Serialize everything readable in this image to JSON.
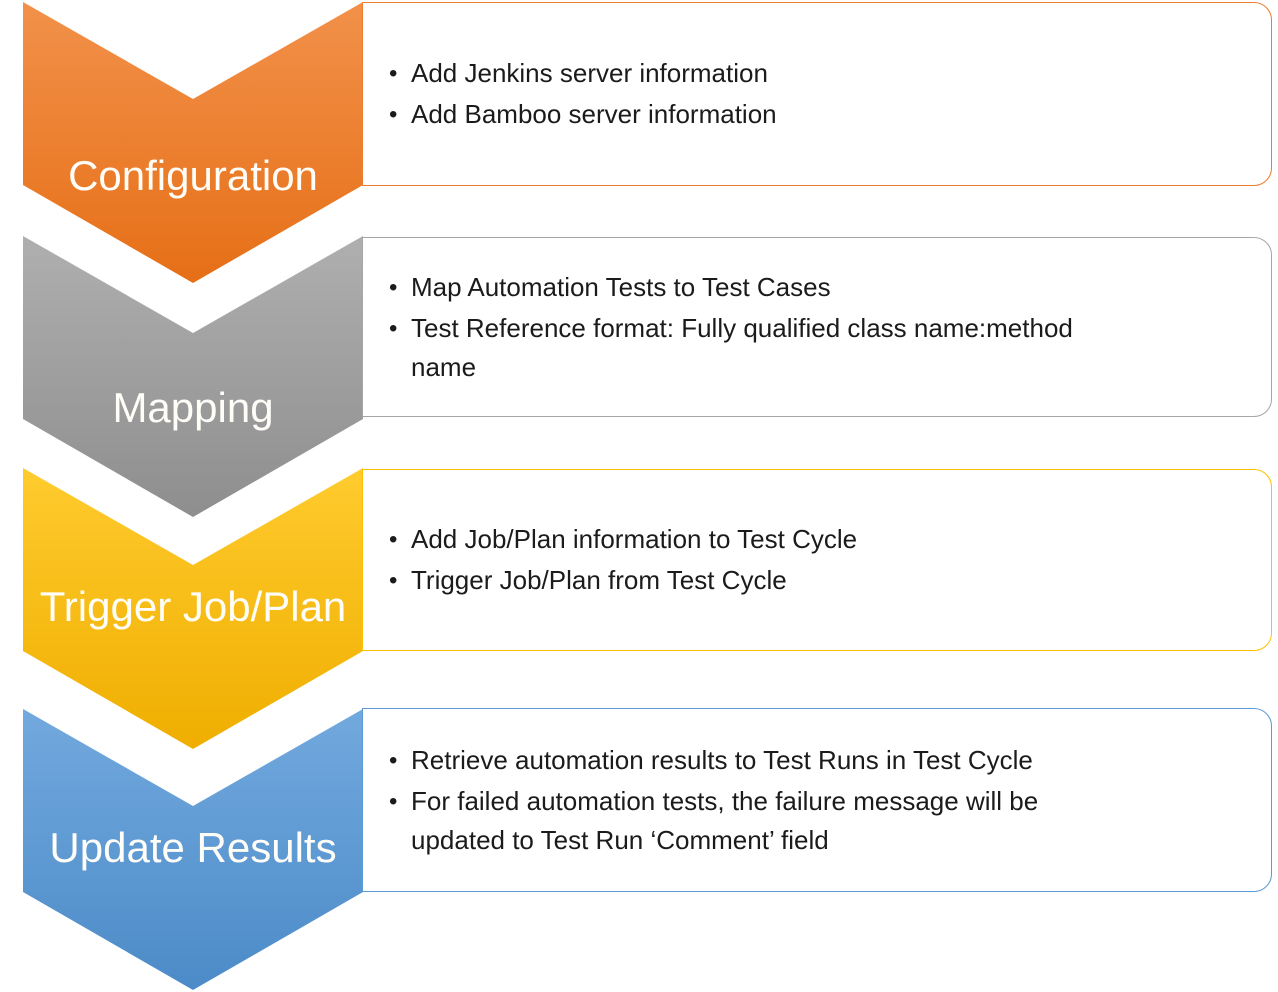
{
  "diagram": {
    "bullet_glyph": "•",
    "steps": [
      {
        "label": "Configuration",
        "color_top": "#F2914A",
        "color_bottom": "#E66F17",
        "border_color": "#ED7D31",
        "bullets": [
          {
            "lines": [
              "Add Jenkins server information"
            ]
          },
          {
            "lines": [
              "Add Bamboo server information"
            ]
          }
        ]
      },
      {
        "label": "Mapping",
        "color_top": "#AFAFAF",
        "color_bottom": "#8E8E8E",
        "border_color": "#A6A6A6",
        "bullets": [
          {
            "lines": [
              "Map Automation Tests to Test Cases"
            ]
          },
          {
            "lines": [
              "Test Reference format: Fully qualified class name:method",
              "name"
            ]
          }
        ]
      },
      {
        "label": "Trigger Job/Plan",
        "color_top": "#FFCB2E",
        "color_bottom": "#EFAE00",
        "border_color": "#FFC000",
        "bullets": [
          {
            "lines": [
              "Add Job/Plan information to Test Cycle"
            ]
          },
          {
            "lines": [
              "Trigger Job/Plan from Test Cycle"
            ]
          }
        ]
      },
      {
        "label": "Update Results",
        "color_top": "#72A9DE",
        "color_bottom": "#4C8BC8",
        "border_color": "#5B9BD5",
        "bullets": [
          {
            "lines": [
              "Retrieve automation results to Test Runs in Test Cycle"
            ]
          },
          {
            "lines": [
              "For failed automation tests, the failure message will be",
              "updated to Test Run ‘Comment’ field"
            ]
          }
        ]
      }
    ]
  }
}
